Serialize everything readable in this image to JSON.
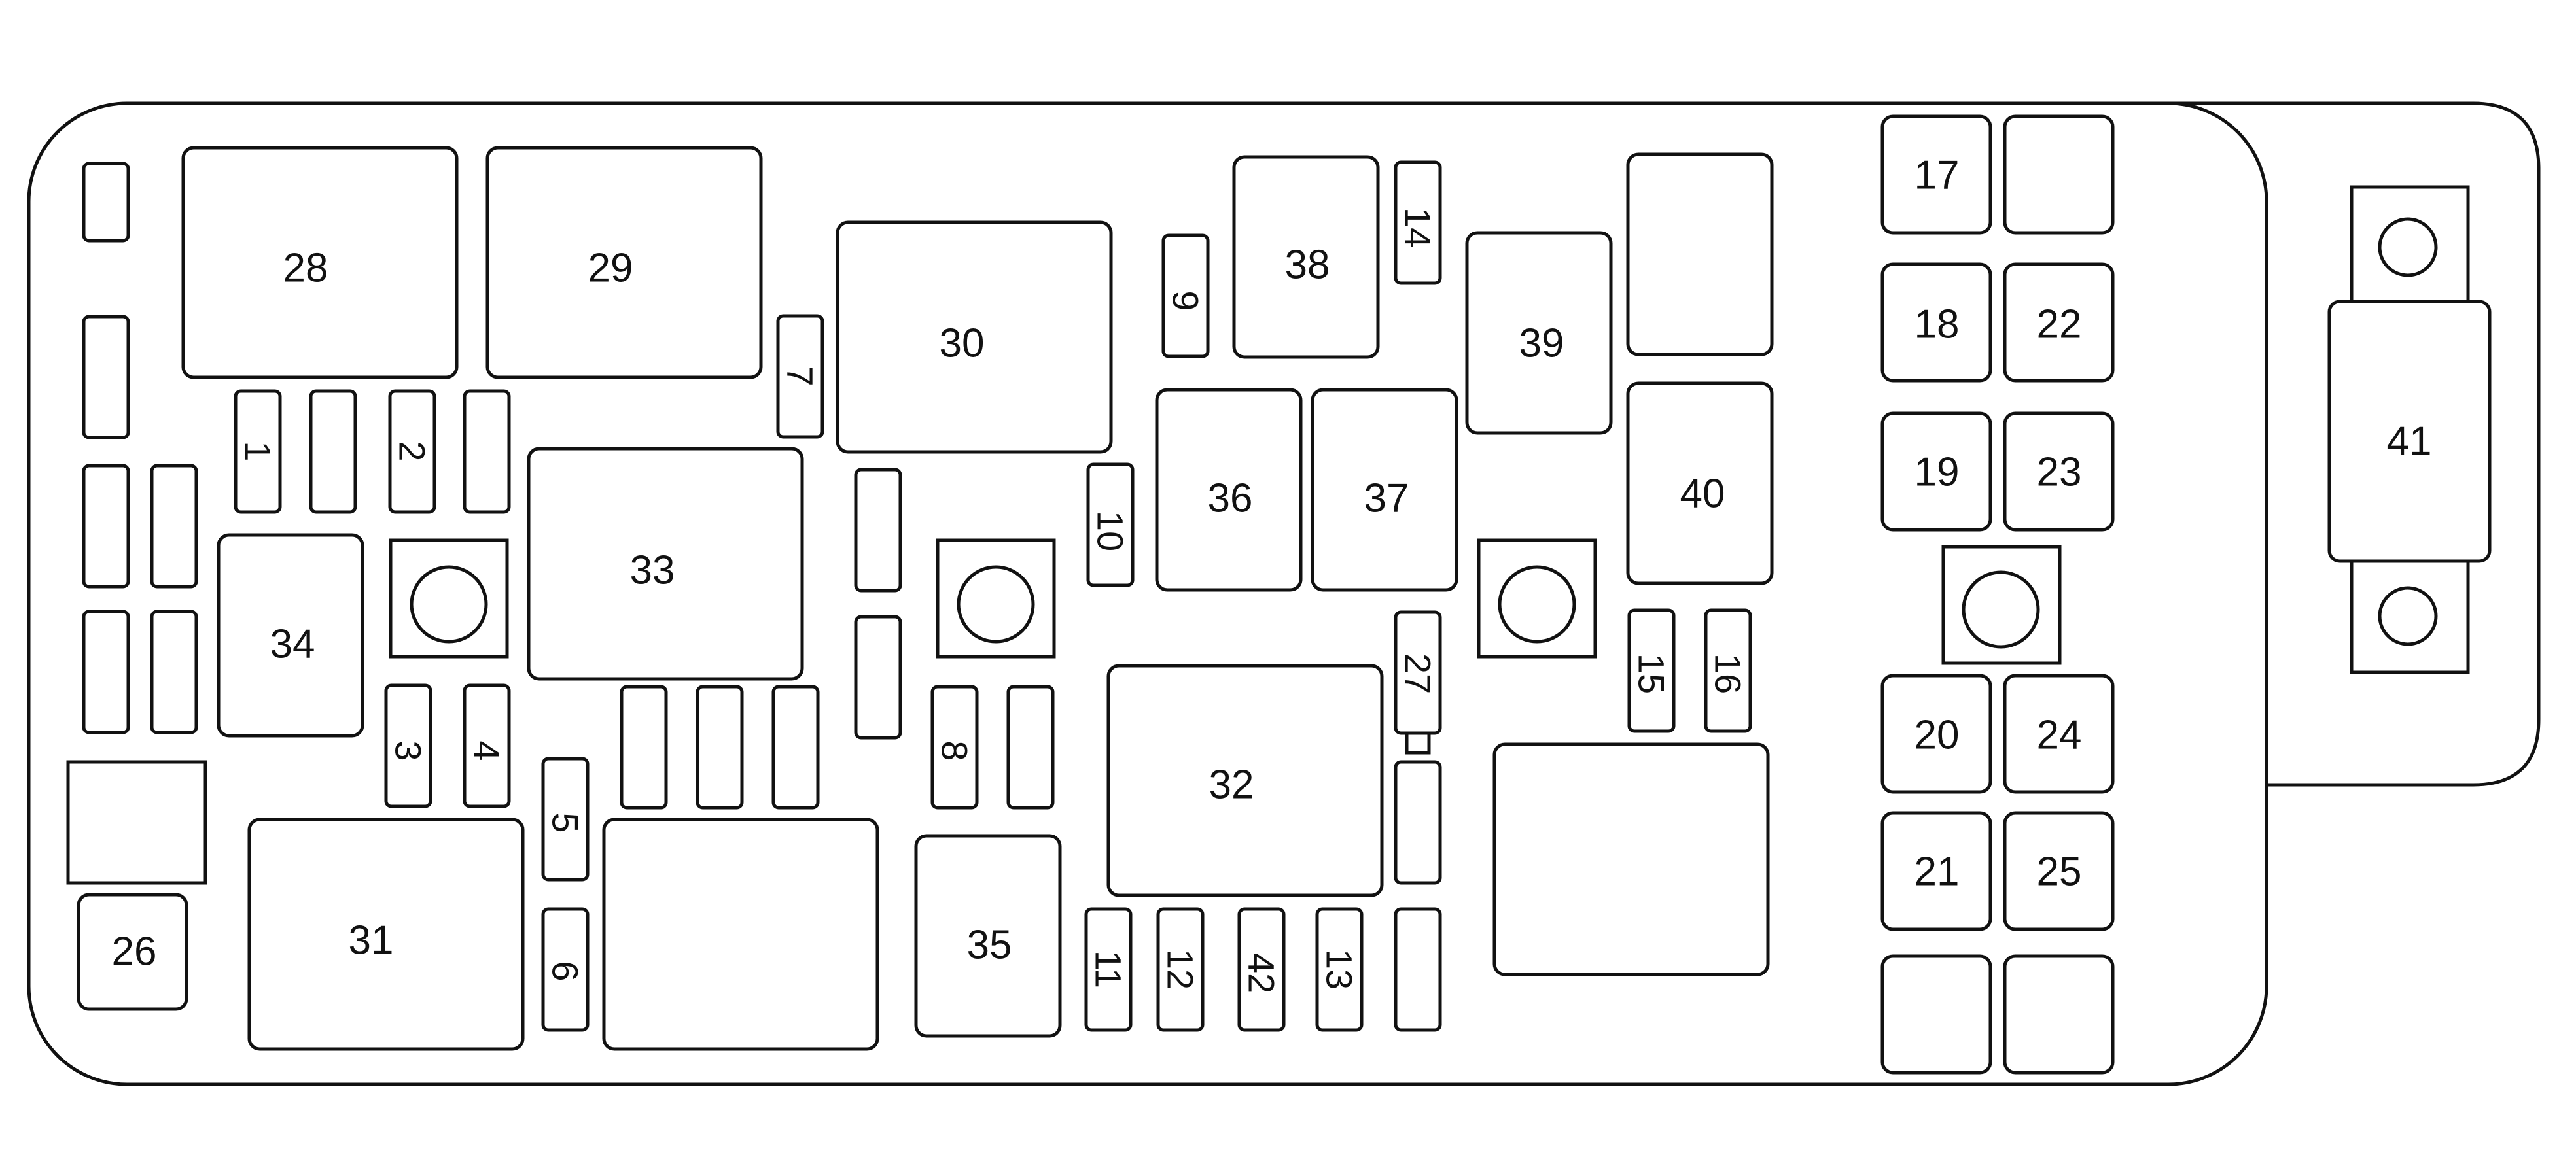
{
  "diagram": {
    "labels": {
      "l1": "1",
      "l2": "2",
      "l3": "3",
      "l4": "4",
      "l5": "5",
      "l6": "6",
      "l7": "7",
      "l8": "8",
      "l9": "9",
      "l10": "10",
      "l11": "11",
      "l12": "12",
      "l13": "13",
      "l14": "14",
      "l15": "15",
      "l16": "16",
      "l17": "17",
      "l18": "18",
      "l19": "19",
      "l20": "20",
      "l21": "21",
      "l22": "22",
      "l23": "23",
      "l24": "24",
      "l25": "25",
      "l26": "26",
      "l27": "27",
      "l28": "28",
      "l29": "29",
      "l30": "30",
      "l31": "31",
      "l32": "32",
      "l33": "33",
      "l34": "34",
      "l35": "35",
      "l36": "36",
      "l37": "37",
      "l38": "38",
      "l39": "39",
      "l40": "40",
      "l41": "41",
      "l42": "42"
    }
  }
}
